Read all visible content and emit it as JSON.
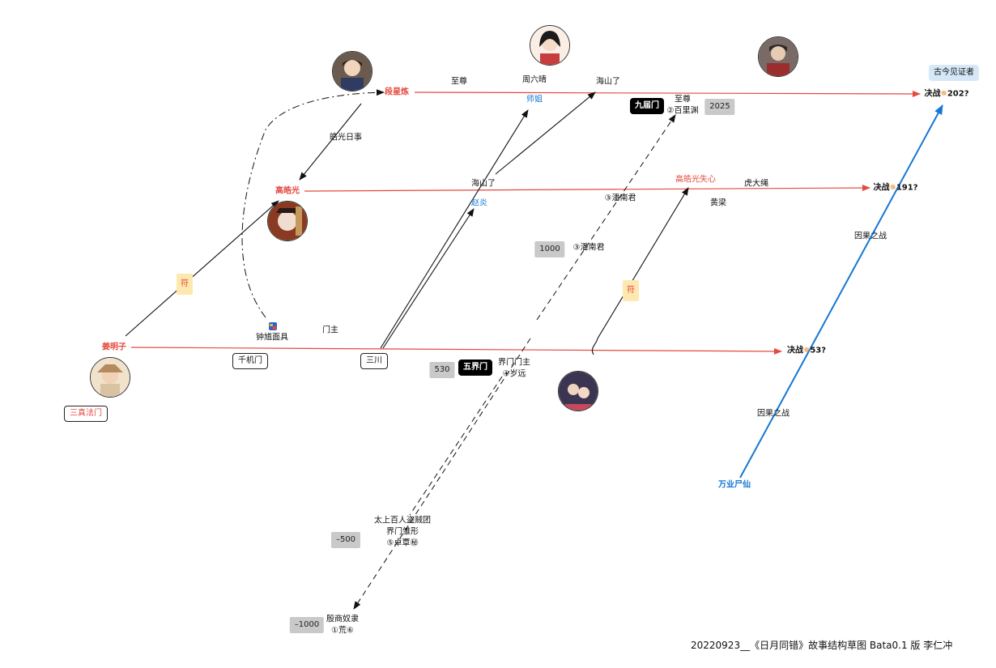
{
  "nodes": {
    "duan_xinglian": "段星炼",
    "zhizun_top": "至尊",
    "zhou_liuqing": "周六晴",
    "shijie": "师姐",
    "haishan_le_top": "海山了",
    "jiujie_men": "九届门",
    "zhizun_2": "至尊",
    "baili_yuan": "②百里渊",
    "year_2025": "2025",
    "gujin_witness": "古今见证者",
    "juezhan_202": "决战",
    "juezhan_202_suffix": "202?",
    "haoguang_rishi": "皓光日事",
    "gao_haoguang": "高皓光",
    "haishan_le_mid": "海山了",
    "zhao_yan": "赵炎",
    "pan_nanjun_1": "③潘南君",
    "gao_haoguang_shixin": "高皓光失心",
    "hu_dasheng": "虎大绳",
    "huang_liang": "黄梁",
    "juezhan_191": "决战",
    "juezhan_191_suffix": "191?",
    "yinguo_1": "因果之战",
    "year_1000": "1000",
    "pan_nanjun_2": "③潘南君",
    "fu_1": "符",
    "fu_2": "符",
    "zhongkui_mask": "钟馗面具",
    "menzhu": "门主",
    "jiang_mingzi": "姜明子",
    "qianji_men": "千机门",
    "sanchuan": "三川",
    "year_530": "530",
    "wujie_men": "五界门",
    "jiemen_menzhu": "界门门主",
    "sui_yuan": "④岁远",
    "juezhan_53": "决战",
    "juezhan_53_suffix": "53?",
    "sanzhen_fa_men": "三真法门",
    "yinguo_2": "因果之战",
    "wanye_shixian": "万业尸仙",
    "taishang_daozei": "太上百人盗贼团",
    "jiemen_chuxing": "界门雏形",
    "zhuo_tan": "⑤卓覃㊙",
    "year_neg500": "–500",
    "yinshang_nuli": "殷商奴隶",
    "huang_6": "①荒⑥",
    "year_neg1000": "–1000"
  },
  "footer": "20220923__《日月同错》故事结构草图 Bata0.1 版   李仁冲",
  "colors": {
    "timeline": "#e5493f",
    "karma_line": "#1677d2",
    "link": "#111111"
  },
  "icons": [
    "spark-icon",
    "mask-icon",
    "avatar-portrait"
  ]
}
